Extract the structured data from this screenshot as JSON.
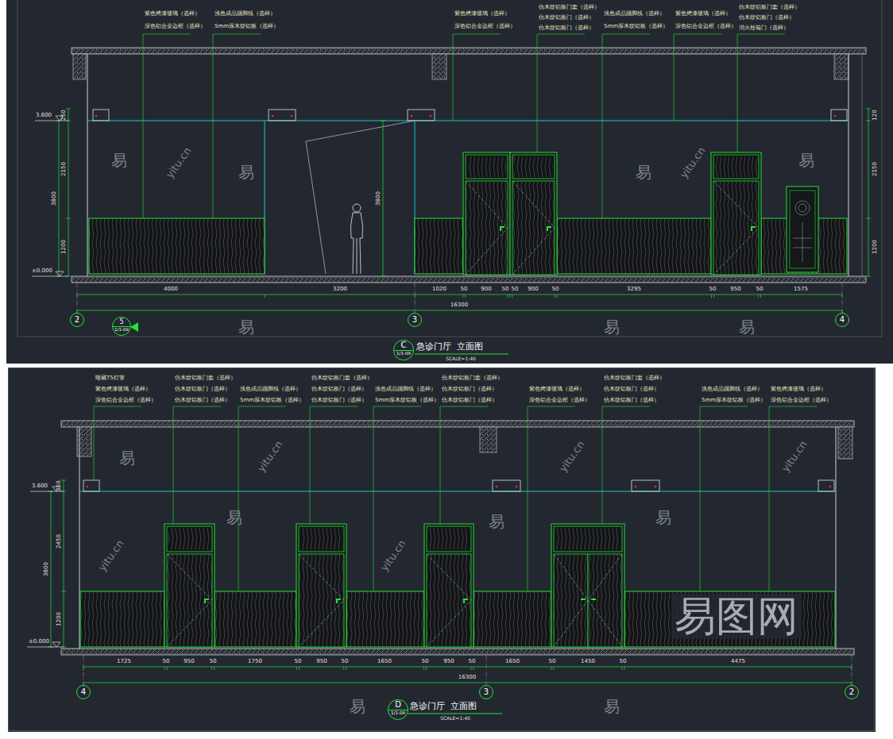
{
  "diagram": {
    "nodes": [
      {
        "text": [
          "2"
        ]
      },
      {
        "text": [
          "3"
        ]
      },
      {
        "text": [
          "4"
        ]
      },
      {
        "text": [
          "5",
          "1/1-09"
        ]
      },
      {
        "text": [
          "C",
          "1/1-09"
        ]
      },
      {
        "text": [
          "4"
        ]
      },
      {
        "text": [
          "3"
        ]
      },
      {
        "text": [
          "2"
        ]
      },
      {
        "text": [
          "D",
          "1/1-09"
        ]
      }
    ],
    "labels": [
      "紫色烤漆玻璃（选样）",
      "深色铝合金边框（选样）",
      "浅色成品踢脚线（选样）",
      "5mm厚木纹铝板（选样）",
      "紫色烤漆玻璃（选样）",
      "深色铝合金边框（选样）",
      "仿木纹铝板门套（选样）",
      "仿木纹铝板门（选样）",
      "仿木纹铝板门（选样）",
      "浅色成品踢脚线（选样）",
      "5mm厚木纹铝板（选样）",
      "紫色烤漆玻璃（选样）",
      "深色铝合金边框（选样）",
      "仿木纹铝板门套（选样）",
      "仿木纹铝板门（选样）",
      "消火栓箱门（选样）",
      "暗藏T5灯管",
      "紫色烤漆玻璃（选样）",
      "深色铝合金边框（选样）",
      "仿木纹铝板门套（选样）",
      "仿木纹铝板门（选样）",
      "仿木纹铝板门（选样）",
      "浅色成品踢脚线（选样）",
      "5mm厚木纹铝板（选样）",
      "仿木纹铝板门套（选样）",
      "仿木纹铝板门（选样）",
      "仿木纹铝板门（选样）",
      "浅色成品踢脚线（选样）",
      "5mm厚木纹铝板（选样）",
      "仿木纹铝板门套（选样）",
      "仿木纹铝板门（选样）",
      "仿木纹铝板门（选样）",
      "紫色烤漆玻璃（选样）",
      "深色铝合金边框（选样）",
      "仿木纹铝板门套（选样）",
      "仿木纹铝板门（选样）",
      "仿木纹铝板门（选样）",
      "浅色成品踢脚线（选样）",
      "5mm厚木纹铝板（选样）",
      "紫色烤漆玻璃（选样）",
      "深色铝合金边框（选样）",
      "4000",
      "3200",
      "1020",
      "50",
      "900",
      "50",
      "50",
      "900",
      "50",
      "3295",
      "50",
      "950",
      "50",
      "1575",
      "16300",
      "3.600",
      "±0.000",
      "3800",
      "250",
      "2150",
      "1200",
      "120",
      "2150",
      "1200",
      "3800",
      "急诊门厅  立面图",
      "SCALE=1:40",
      "1725",
      "50",
      "950",
      "50",
      "1750",
      "50",
      "950",
      "50",
      "1650",
      "50",
      "950",
      "50",
      "1650",
      "50",
      "1450",
      "50",
      "4475",
      "16300",
      "3.600",
      "±0.000",
      "3800",
      "250",
      "2450",
      "1200",
      "急诊门厅  立面图",
      "SCALE=1:40",
      "易",
      "易",
      "易",
      "易",
      "易",
      "易",
      "易",
      "yitu.cn",
      "yitu.cn",
      "易",
      "易",
      "易",
      "易",
      "易",
      "易",
      "yitu.cn",
      "yitu.cn",
      "yitu.cn",
      "yitu.cn",
      "yitu.cn",
      "易图网"
    ]
  }
}
